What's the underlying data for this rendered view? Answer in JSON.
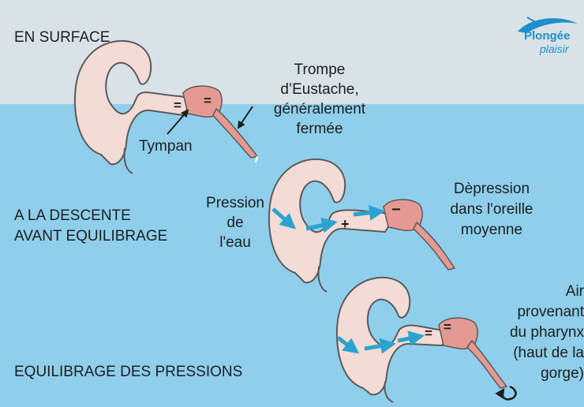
{
  "colors": {
    "surface": "#d9e2e7",
    "water": "#8fcfec",
    "ear_fill": "#f4dbd6",
    "ear_stroke": "#5a5a5a",
    "tube": "#e49a92",
    "arrow": "#2ba3cf",
    "logo": "#1e8fc9"
  },
  "logo": {
    "line1": "Plongée",
    "line2": "plaisir"
  },
  "sections": {
    "surface": "EN SURFACE",
    "descent": [
      "A LA DESCENTE",
      "AVANT EQUILIBRAGE"
    ],
    "equalize": "EQUILIBRAGE DES PRESSIONS"
  },
  "labels": {
    "tympan": "Tympan",
    "trompe": [
      "Trompe",
      "d’Eustache,",
      "généralement",
      "fermée"
    ],
    "pression": [
      "Pression",
      "de",
      "l'eau"
    ],
    "depression": [
      "Dèpression",
      "dans l'oreille",
      "moyenne"
    ],
    "air": [
      "Air",
      "provenant",
      "du pharynx",
      "(haut de la",
      "gorge)"
    ]
  },
  "signs": {
    "equal": "=",
    "plus": "+",
    "minus": "−"
  },
  "icons": [
    "blue-arrow-icon",
    "curved-arrow-icon",
    "logo-icon"
  ]
}
